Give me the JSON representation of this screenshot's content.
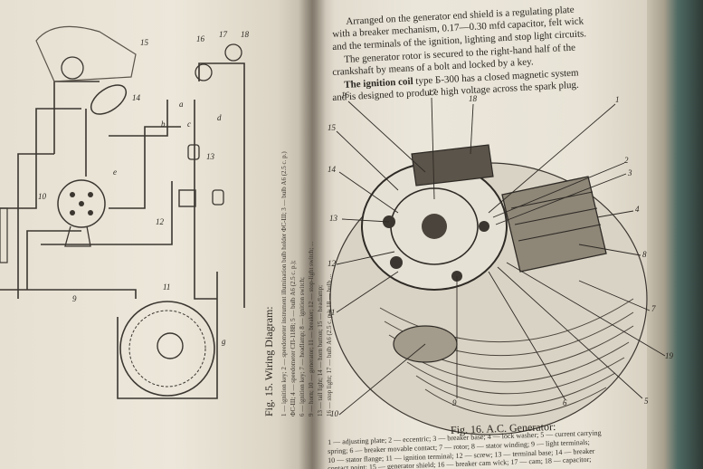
{
  "left_page": {
    "figure_title": "Fig. 15. Wiring Diagram:",
    "caption_lines": [
      "1 — ignition key; 2 — speedometer instrument illumination bulb holder ФС-Ш; 3 — bulb А6 (2.5 c. p.)",
      "ФС-Ш; 4 — speedometer СП-118В; 5 — bulb А6 (2.5 c. p.);",
      "6 — ignition key; 7 — headlamp; 8 — ignition switch;",
      "9 — horn; 10 — generator; 11 — breaker; 12 — stop-light switch; ...",
      "13 — tail light; 14 — horn button; 15 — headlamp;",
      "16 — stop light; 17 — bulb А6 (2.5 c. p.); 18 — bulb ..."
    ],
    "diagram_labels": [
      "15",
      "16",
      "17",
      "18",
      "14",
      "13",
      "12",
      "11",
      "10",
      "9",
      "a",
      "b",
      "c",
      "d",
      "e",
      "g"
    ]
  },
  "right_page": {
    "paragraph_lines": [
      "Arranged on the generator end shield is a regulating plate",
      "with a breaker mechanism, 0.17—0.30 mfd capacitor, felt wick",
      "and the terminals of the ignition, lighting and stop light circuits.",
      "The generator rotor is secured to the right-hand half of the",
      "crankshaft by means of a bolt and locked by a key."
    ],
    "ignition_bold": "The ignition coil",
    "ignition_rest": " type Б-300 has a closed magnetic system",
    "ignition_line2": "and is designed to produce high voltage across the spark plug.",
    "figure_caption": "Fig. 16. A.C. Generator:",
    "legend_lines": [
      "1 — adjusting plate; 2 — eccentric; 3 — breaker base; 4 — lock washer; 5 — current carrying",
      "spring; 6 — breaker movable contact; 7 — rotor; 8 — stator winding; 9 — light terminals;",
      "10 — stator flange; 11 — ignition terminal; 12 — screw; 13 — terminal base; 14 — breaker",
      "contact point; 15 — generator shield; 16 — breaker cam wick; 17 — cam; 18 — capacitor;"
    ],
    "callouts": [
      "16",
      "17",
      "18",
      "15",
      "14",
      "13",
      "12",
      "11",
      "10",
      "1",
      "2",
      "3",
      "4",
      "8",
      "7",
      "19",
      "9",
      "6",
      "5"
    ]
  }
}
